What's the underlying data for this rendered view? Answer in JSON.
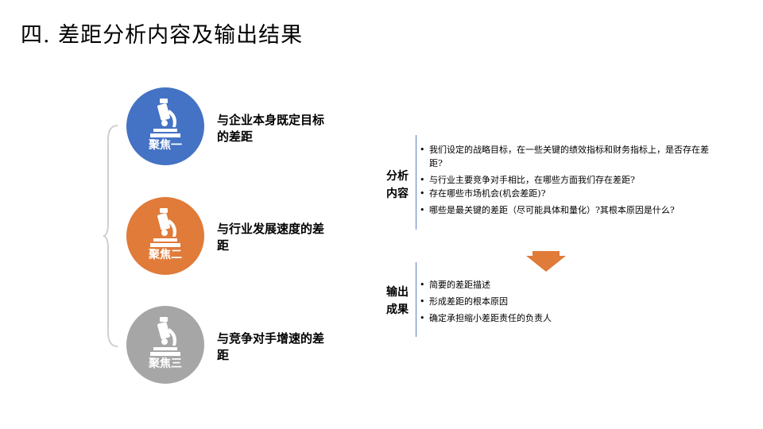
{
  "title": "四.  差距分析内容及输出结果",
  "colors": {
    "focus1": "#4472c4",
    "focus2": "#e07b39",
    "focus3": "#a6a6a6",
    "arrow": "#e07b39"
  },
  "focus": [
    {
      "label": "聚焦一",
      "desc": "与企业本身既定目标的差距",
      "icon": "microscope-icon"
    },
    {
      "label": "聚焦二",
      "desc": "与行业发展速度的差距",
      "icon": "microscope-icon"
    },
    {
      "label": "聚焦三",
      "desc": "与竞争对手增速的差距",
      "icon": "microscope-icon"
    }
  ],
  "analysis": {
    "label": "分析内容",
    "items": [
      "我们设定的战略目标，在一些关键的绩效指标和财务指标上，是否存在差距?",
      "与行业主要竞争对手相比，在哪些方面我们存在差距?",
      "存在哪些市场机会(机会差距)?",
      "哪些是最关键的差距（尽可能具体和量化）?其根本原因是什么?"
    ]
  },
  "output": {
    "label": "输出成果",
    "items": [
      "简要的差距描述",
      "形成差距的根本原因",
      "确定承担缩小差距责任的负责人"
    ]
  }
}
